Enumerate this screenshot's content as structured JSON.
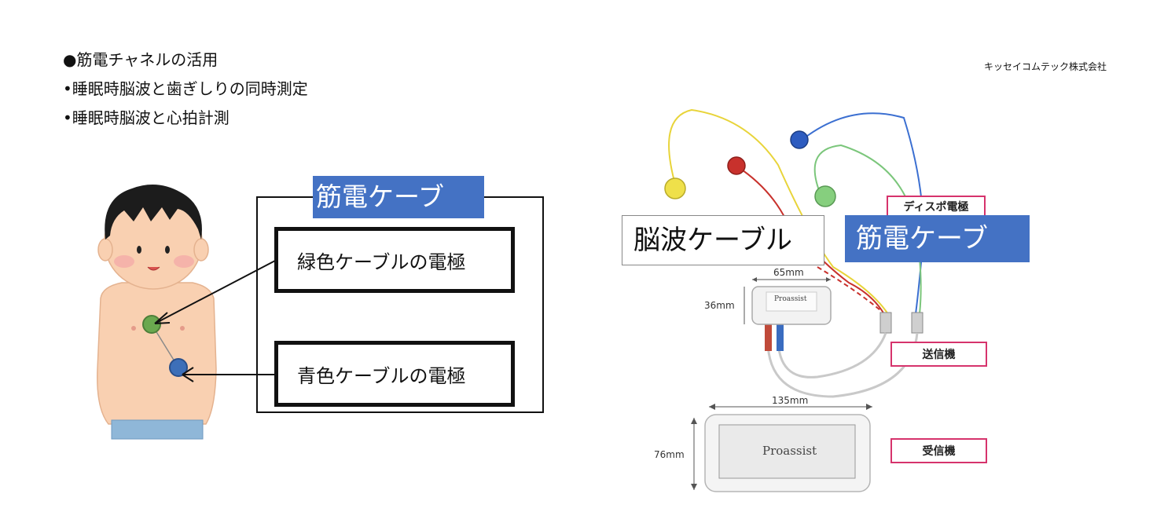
{
  "bullets": [
    "●筋電チャネルの活用",
    "•睡眠時脳波と歯ぎしりの同時測定",
    "•睡眠時脳波と心拍計測"
  ],
  "company": "キッセイコムテック株式会社",
  "left_figure": {
    "emg_cable_label": "筋電ケーブ",
    "green_electrode_label": "緑色ケーブルの電極",
    "blue_electrode_label": "青色ケーブルの電極"
  },
  "right_figure": {
    "disposable_electrode_label": "ディスポ電極",
    "eeg_cable_label": "脳波ケーブル",
    "emg_cable_label": "筋電ケーブ",
    "transmitter_label": "送信機",
    "receiver_label": "受信機",
    "transmitter_width": "65mm",
    "transmitter_height": "36mm",
    "receiver_width": "135mm",
    "receiver_height": "76mm",
    "device_brand_small": "Proassist",
    "device_brand_large": "Proassist"
  },
  "colors": {
    "accent_blue": "#4472c4",
    "label_border_pink": "#d6336c",
    "cable_yellow": "#e8d43a",
    "cable_red": "#c8312c",
    "cable_green": "#7bc67b",
    "cable_blue": "#3b6fd1"
  }
}
